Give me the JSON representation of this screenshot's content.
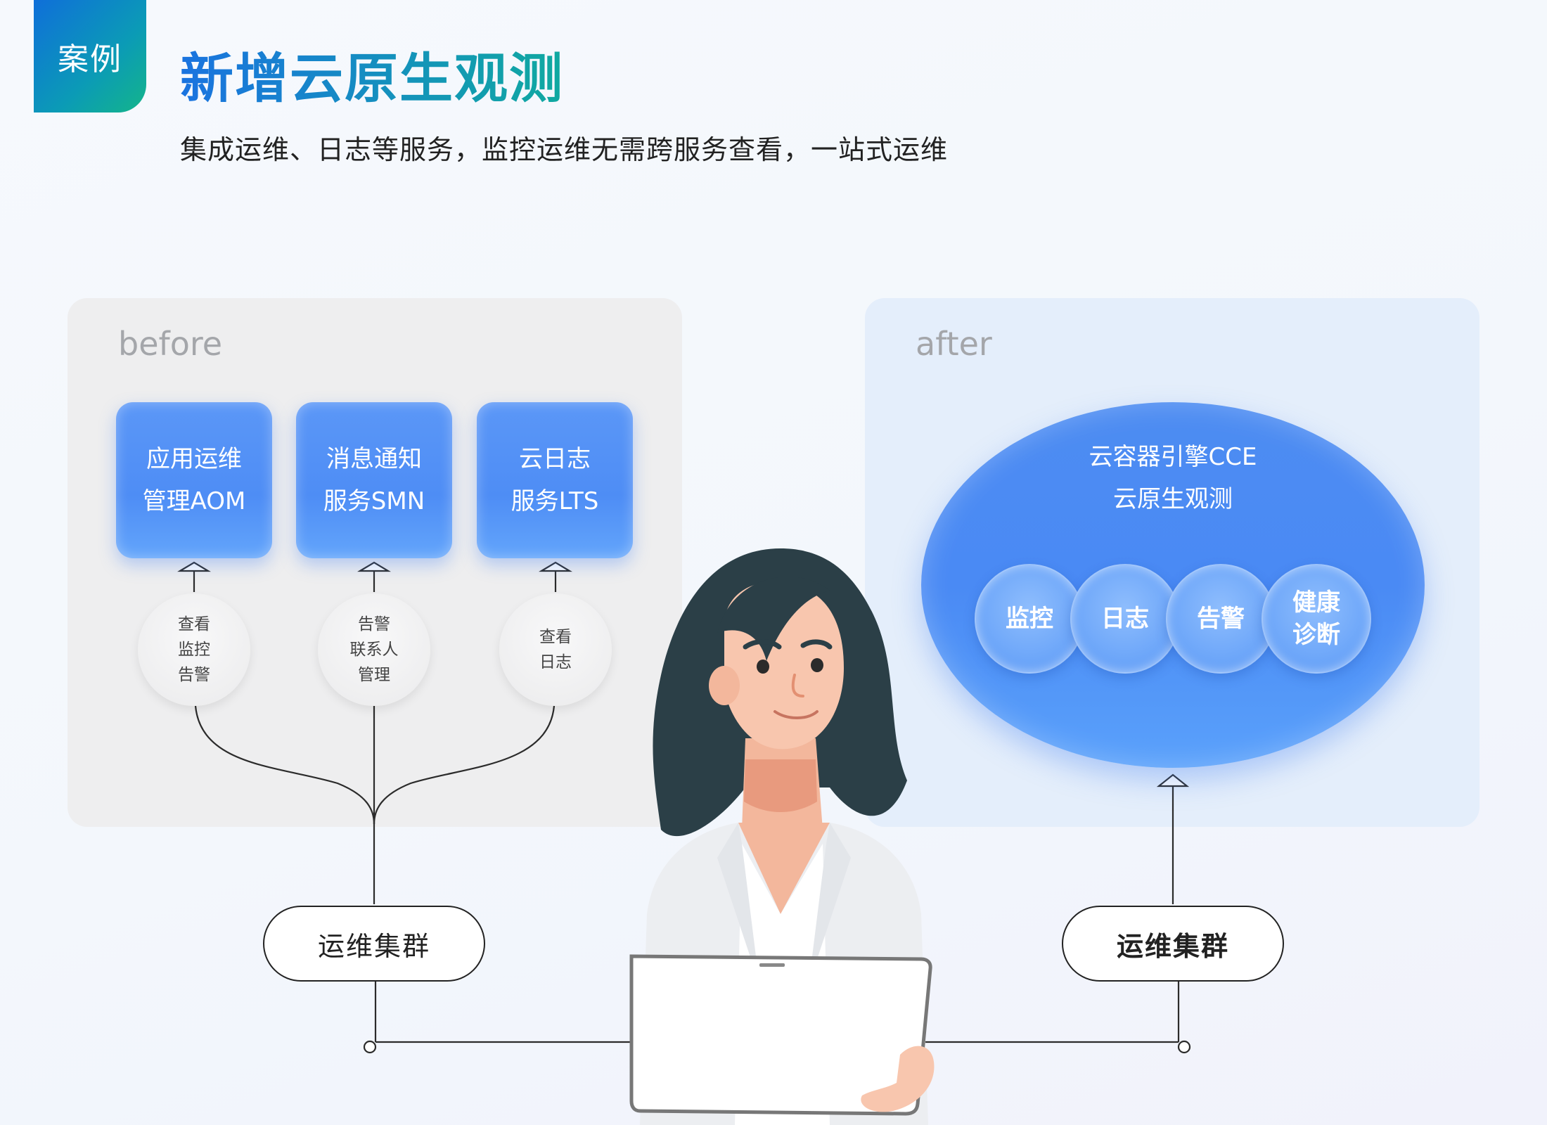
{
  "header": {
    "tag": "案例",
    "title": "新增云原生观测",
    "subtitle": "集成运维、日志等服务，监控运维无需跨服务查看，一站式运维"
  },
  "before": {
    "label": "before",
    "services": [
      {
        "line1": "应用运维",
        "line2": "管理AOM"
      },
      {
        "line1": "消息通知",
        "line2": "服务SMN"
      },
      {
        "line1": "云日志",
        "line2": "服务LTS"
      }
    ],
    "actions": [
      [
        "查看",
        "监控",
        "告警"
      ],
      [
        "告警",
        "联系人",
        "管理"
      ],
      [
        "查看",
        "日志"
      ]
    ],
    "cluster": "运维集群"
  },
  "after": {
    "label": "after",
    "cloud_line1": "云容器引擎CCE",
    "cloud_line2": "云原生观测",
    "features": [
      {
        "line1": "监控",
        "line2": ""
      },
      {
        "line1": "日志",
        "line2": ""
      },
      {
        "line1": "告警",
        "line2": ""
      },
      {
        "line1": "健康",
        "line2": "诊断"
      }
    ],
    "cluster": "运维集群"
  }
}
